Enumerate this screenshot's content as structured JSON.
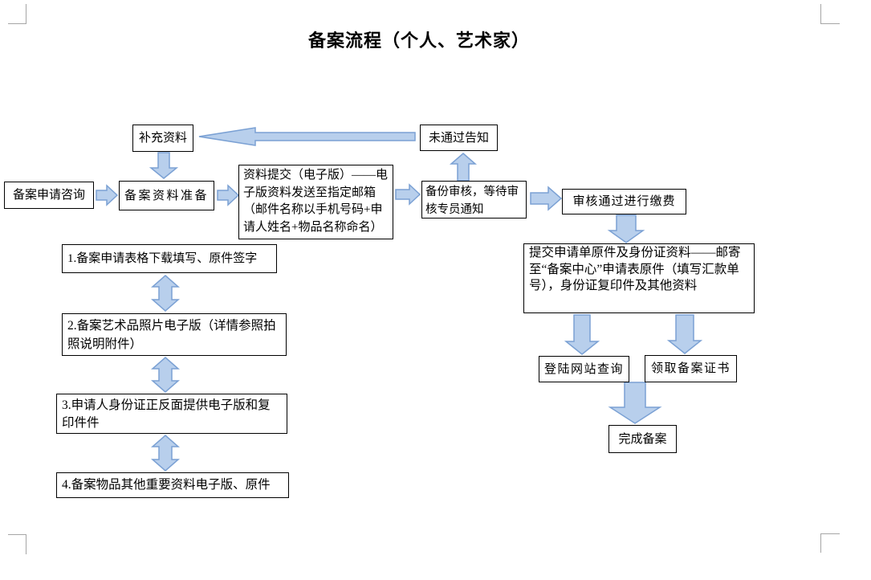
{
  "title": "备案流程（个人、艺术家）",
  "nodes": {
    "consult": "备案申请咨询",
    "prepare": "备案资料准备",
    "supplement": "补充资料",
    "notify_fail": "未通过告知",
    "submit_email": "资料提交（电子版）——电子版资料发送至指定邮箱（邮件名称以手机号码+申请人姓名+物品名称命名）",
    "review": "备份审核，等待审核专员通知",
    "payment": "审核通过进行缴费",
    "mail_docs": "提交申请单原件及身份证资料——邮寄至“备案中心”申请表原件（填写汇款单号），身份证复印件及其他资料",
    "website": "登陆网站查询",
    "certificate": "领取备案证书",
    "complete": "完成备案",
    "step1": "1.备案申请表格下载填写、原件签字",
    "step2": "2.备案艺术品照片电子版（详情参照拍照说明附件）",
    "step3": "3.申请人身份证正反面提供电子版和复印件件",
    "step4": "4.备案物品其他重要资料电子版、原件"
  },
  "colors": {
    "arrow_fill": "#b8cfec",
    "arrow_stroke": "#7ba1d4",
    "box_border": "#000000",
    "crop_mark": "#a6a6a6",
    "background": "#ffffff",
    "text": "#000000"
  }
}
